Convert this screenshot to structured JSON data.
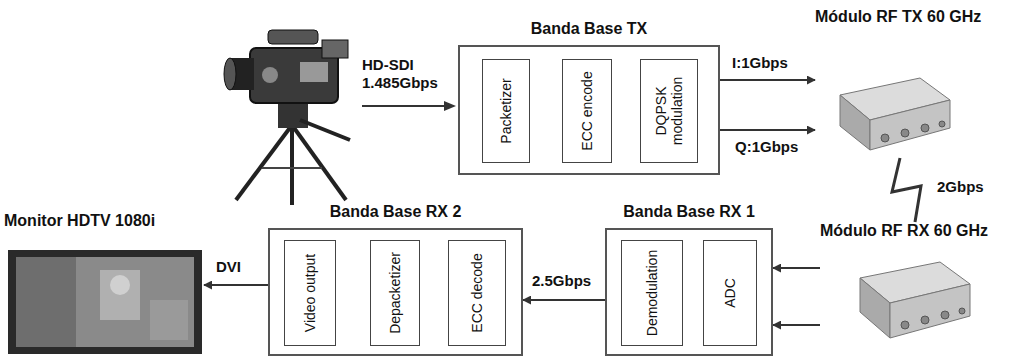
{
  "diagram": {
    "nodes": [
      {
        "text": [
          "Banda Base TX"
        ]
      },
      {
        "text": [
          "Packetizer"
        ],
        "in": 0
      },
      {
        "text": [
          "ECC encode"
        ],
        "in": 0
      },
      {
        "text": [
          "DQPSK modulation"
        ],
        "in": 0
      },
      {
        "text": [
          "Módulo RF TX 60 GHz"
        ]
      },
      {
        "text": [
          "Módulo RF RX 60 GHz"
        ]
      },
      {
        "text": [
          "Banda Base RX 1"
        ]
      },
      {
        "text": [
          "Demodulation"
        ],
        "in": 6
      },
      {
        "text": [
          "ADC"
        ],
        "in": 6
      },
      {
        "text": [
          "Banda Base RX 2"
        ]
      },
      {
        "text": [
          "Video output"
        ],
        "in": 9
      },
      {
        "text": [
          "Depacketizer"
        ],
        "in": 9
      },
      {
        "text": [
          "ECC decode"
        ],
        "in": 9
      },
      {
        "text": [
          "Monitor HDTV 1080i"
        ]
      }
    ],
    "edges": [
      {
        "from": 0,
        "to": 4,
        "label": "I:1Gbps",
        "arrow": "to"
      },
      {
        "from": 0,
        "to": 4,
        "label": "Q:1Gbps",
        "arrow": "to"
      },
      {
        "from": 4,
        "to": 5,
        "label": "2Gbps",
        "arrow": "none"
      },
      {
        "from": 5,
        "to": 6,
        "arrow": "to"
      },
      {
        "from": 5,
        "to": 6,
        "arrow": "to"
      },
      {
        "from": 6,
        "to": 9,
        "label": "2.5Gbps",
        "arrow": "to"
      },
      {
        "from": 9,
        "to": 13,
        "label": "DVI",
        "arrow": "to"
      }
    ],
    "labels": [
      "HD-SDI 1.485Gbps"
    ]
  }
}
